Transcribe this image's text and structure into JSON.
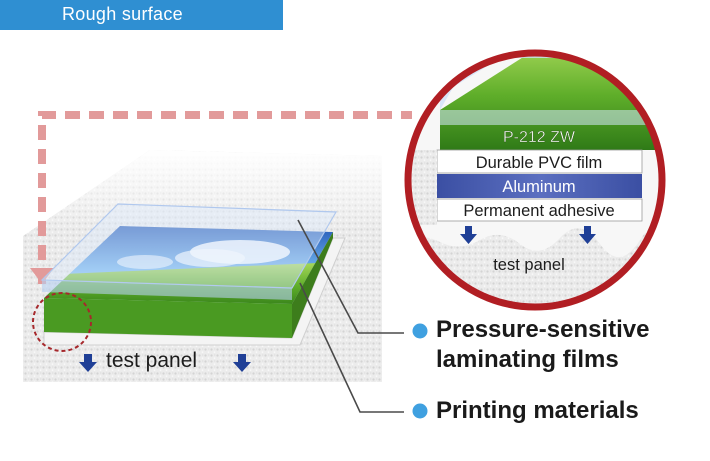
{
  "header": {
    "title": "Rough surface"
  },
  "layers": {
    "top_label": "P-212 ZW",
    "film": "Durable PVC film",
    "aluminum": "Aluminum",
    "adhesive": "Permanent adhesive",
    "panel": "test panel"
  },
  "main": {
    "panel_label": "test panel"
  },
  "legend": {
    "item1_line1": "Pressure-sensitive",
    "item1_line2": "laminating films",
    "item2": "Printing materials"
  },
  "colors": {
    "header_bg": "#2f8fd2",
    "legend_bullet": "#3fa0e0",
    "arrow_blue": "#1f3f96",
    "circle_red": "#b11e23",
    "dashed_path": "#e29a9a",
    "aluminum_band": "#4052a6"
  }
}
